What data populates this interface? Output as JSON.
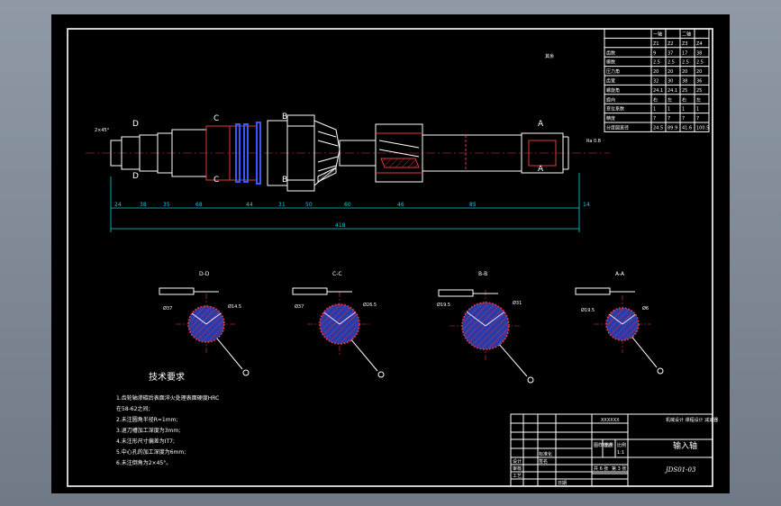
{
  "sections": [
    {
      "id": "D-D",
      "title": "D-D",
      "diameter": "Ø37",
      "dim": "Ø14.5"
    },
    {
      "id": "C-C",
      "title": "C-C",
      "diameter": "Ø37",
      "dim": "Ø26.5"
    },
    {
      "id": "B-B",
      "title": "B-B",
      "diameter": "Ø19.5",
      "dim": "Ø31"
    },
    {
      "id": "A-A",
      "title": "A-A",
      "diameter": "Ø19.5",
      "dim": "Ø6"
    }
  ],
  "section_marks": [
    "D",
    "C",
    "B",
    "A",
    "D",
    "C",
    "B",
    "A"
  ],
  "dimensions": [
    "24",
    "38",
    "35",
    "68",
    "44",
    "31",
    "50",
    "60",
    "46",
    "85",
    "14",
    "418"
  ],
  "tech": {
    "heading": "技术要求",
    "notes": [
      "1.齿轮轴渗碳后表面淬火处理表面硬度HRC",
      "  在58-62之间;",
      "2.未注圆角半径R=1mm;",
      "3.退刀槽加工深度为3mm;",
      "4.未注形尺寸偏差为IT7;",
      "5.中心孔的加工深度为6mm;",
      "6.未注倒角为2×45°。"
    ]
  },
  "gear_table": {
    "headers": [
      "",
      "一轴",
      "",
      "二轴",
      ""
    ],
    "sub_headers": [
      "",
      "Z1",
      "Z2",
      "Z3",
      "Z4"
    ],
    "rows": [
      [
        "齿数",
        "9",
        "37",
        "17",
        "38"
      ],
      [
        "模数",
        "2.5",
        "2.5",
        "2.5",
        "2.5"
      ],
      [
        "压力角",
        "20",
        "20",
        "20",
        "20"
      ],
      [
        "齿宽",
        "32",
        "30",
        "38",
        "36"
      ],
      [
        "螺旋角",
        "24.1",
        "24.1",
        "25",
        "25"
      ],
      [
        "旋向",
        "右",
        "左",
        "右",
        "左"
      ],
      [
        "变位系数",
        "1",
        "1",
        "1",
        "1"
      ],
      [
        "精度",
        "7",
        "7",
        "7",
        "7"
      ],
      [
        "分度圆直径",
        "24.5",
        "89.9",
        "41.6",
        "100.5"
      ]
    ]
  },
  "title_block": {
    "part_name": "输入轴",
    "drawing_no": "JDS01-03",
    "school": "XXXXXX",
    "project": "机械设计 课程设计 减速器",
    "scale": "1:1",
    "sheet_total": "共 6 张",
    "sheet_no": "第 3 张",
    "labels": [
      "设计",
      "审核",
      "工艺",
      "标准化",
      "日期",
      "图样标记",
      "重量",
      "比例",
      "签名"
    ]
  },
  "misc": {
    "roughness": "Ra 0.8",
    "chamfer": "2×45°",
    "surface_mark": "其余"
  }
}
